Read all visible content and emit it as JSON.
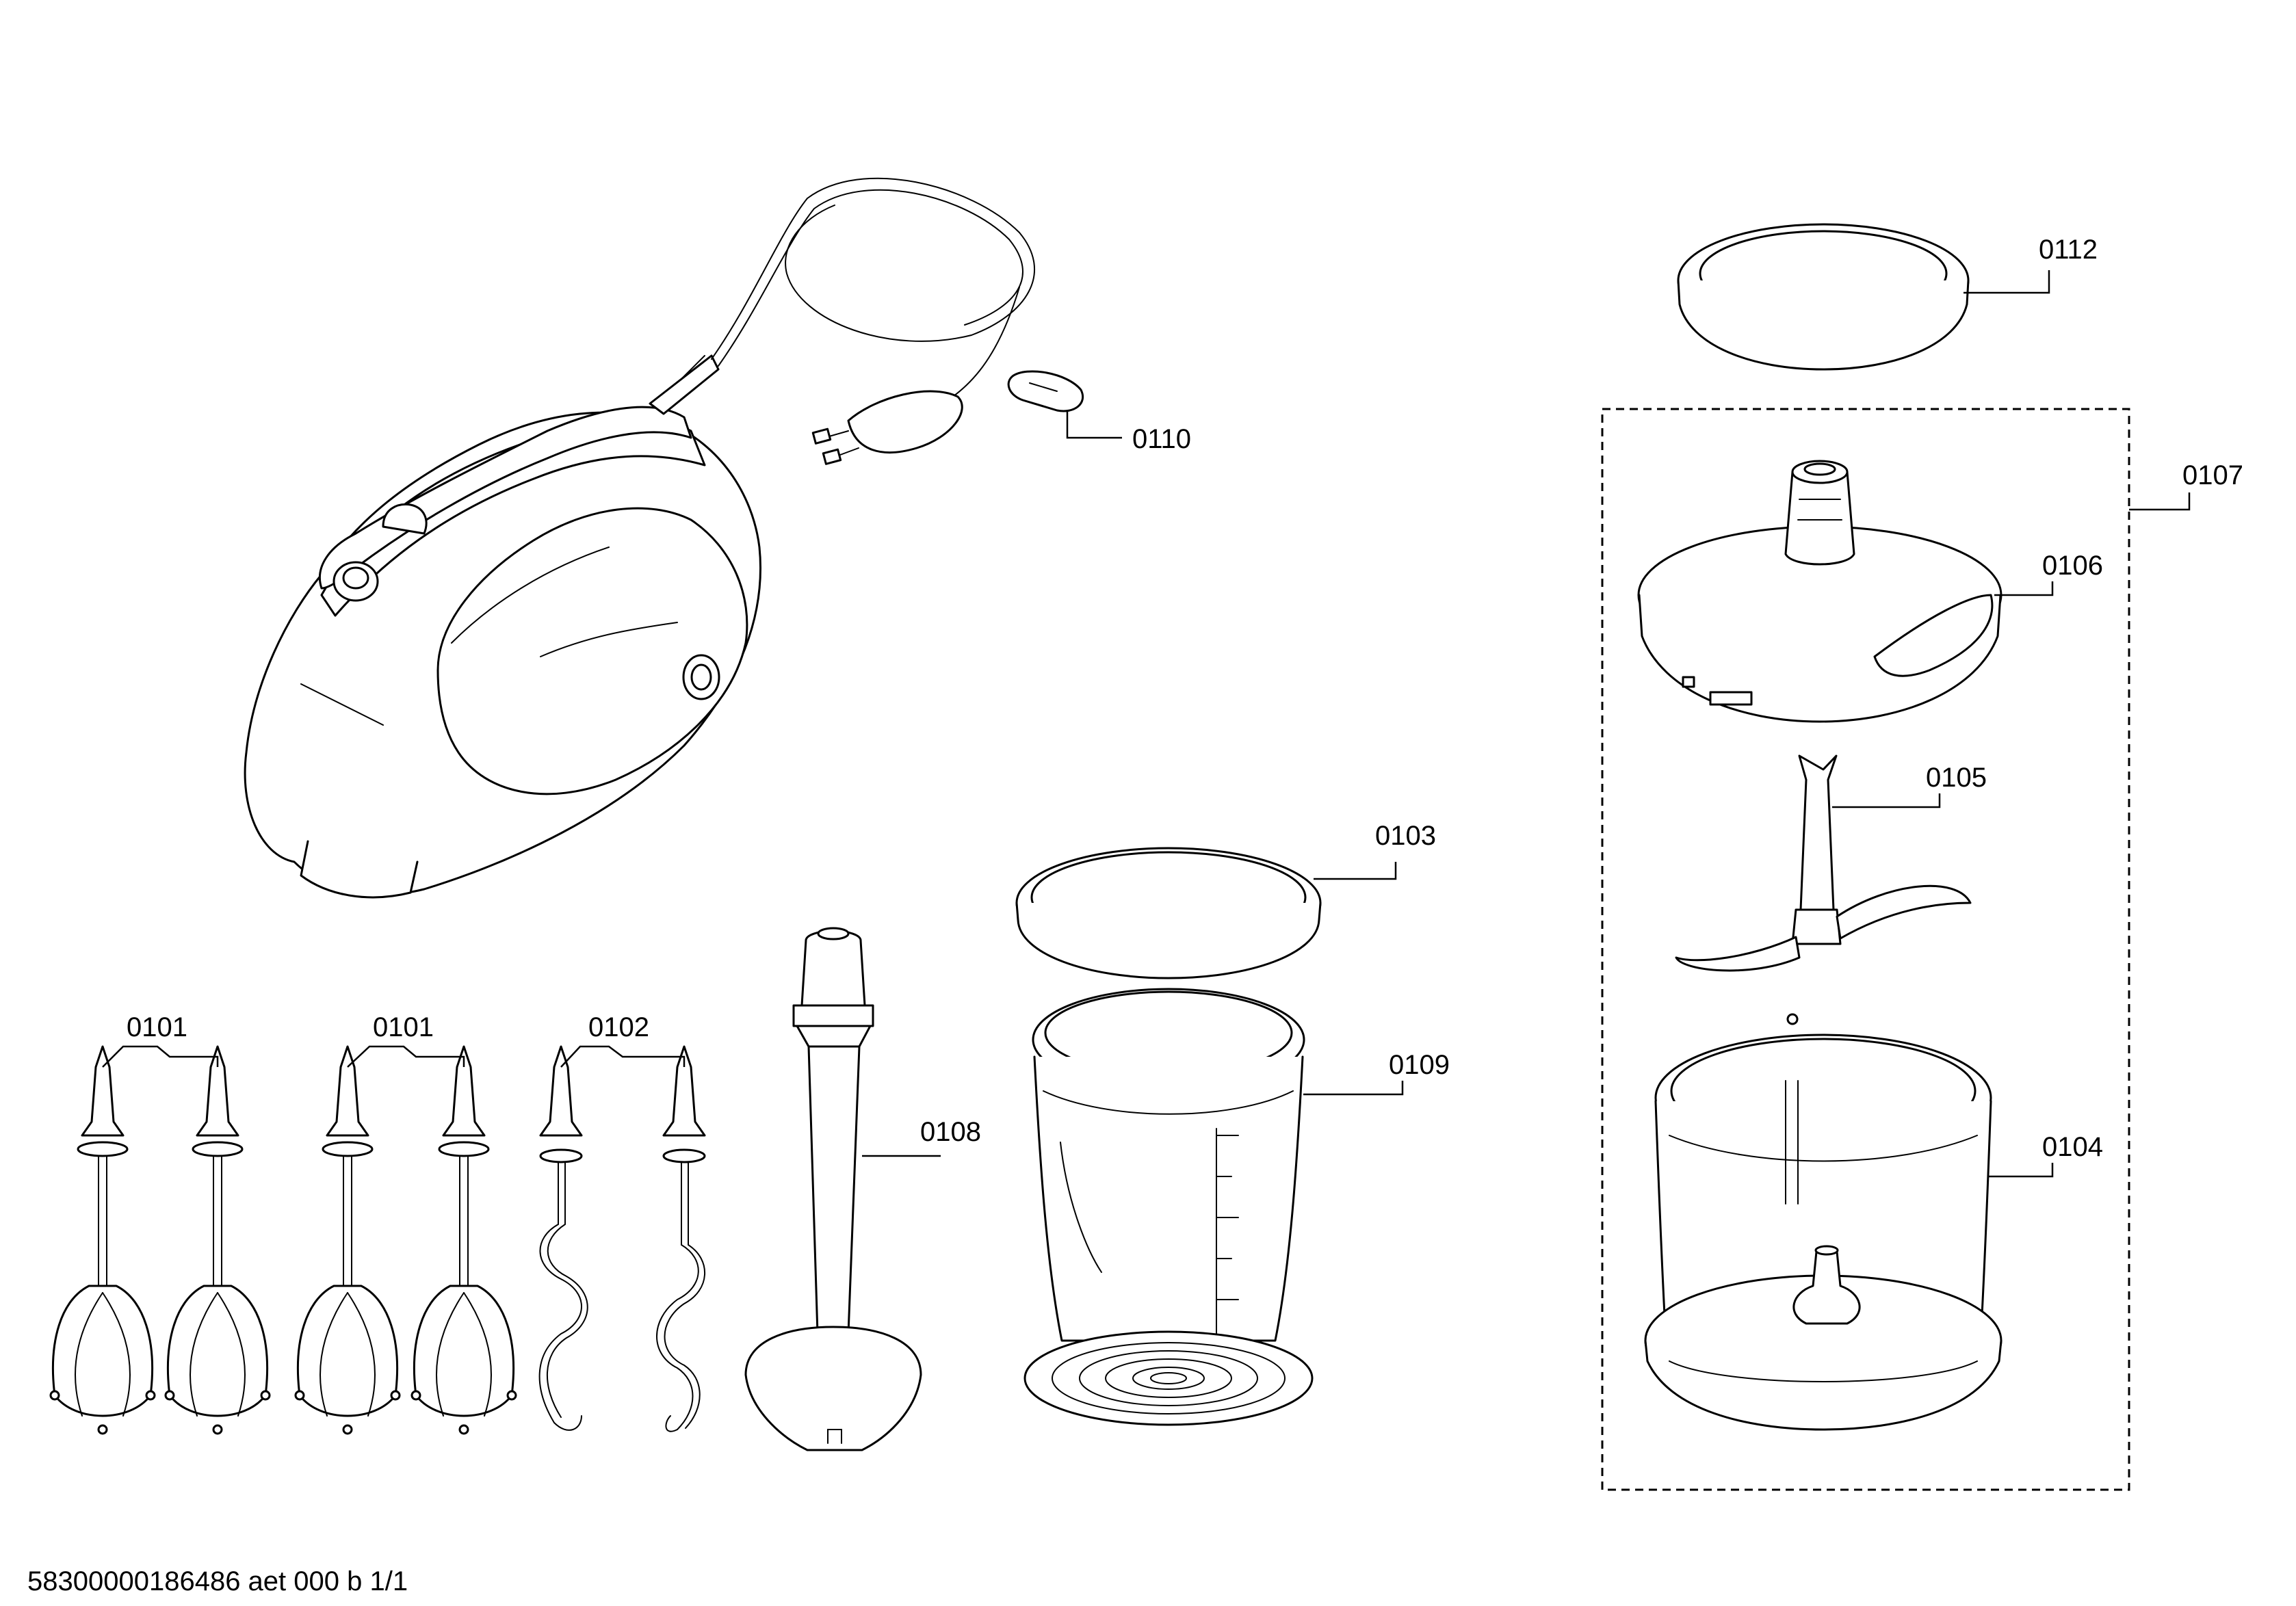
{
  "labels": {
    "p0101a": "0101",
    "p0101b": "0101",
    "p0102": "0102",
    "p0103": "0103",
    "p0104": "0104",
    "p0105": "0105",
    "p0106": "0106",
    "p0107": "0107",
    "p0108": "0108",
    "p0109": "0109",
    "p0110": "0110",
    "p0112": "0112"
  },
  "footer": {
    "doc_id": "58300000186486 aet 000 b 1/1"
  }
}
